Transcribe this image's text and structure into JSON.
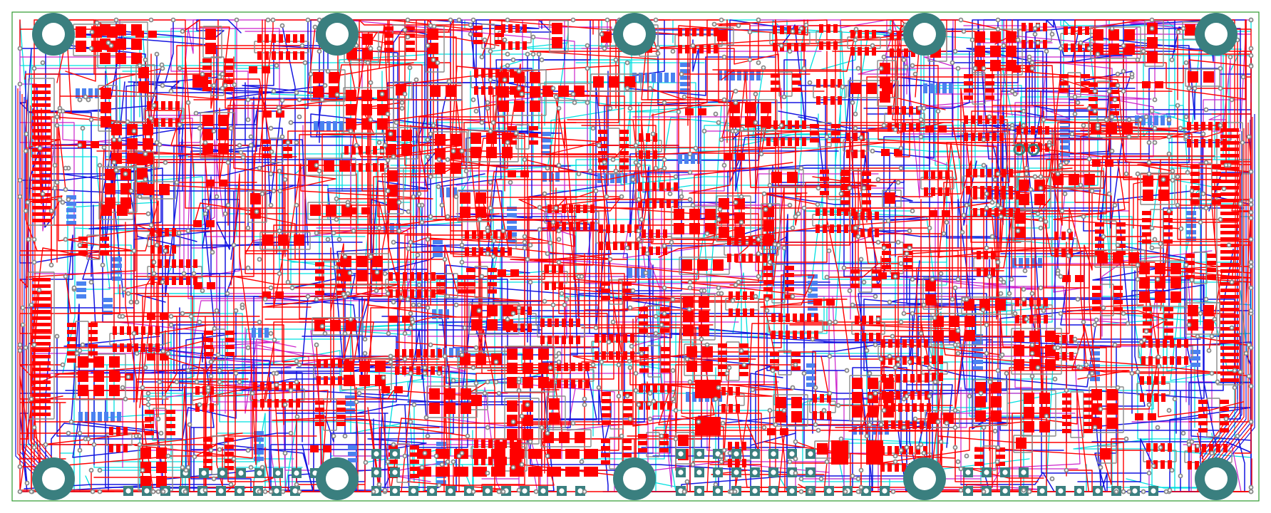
{
  "view": {
    "kind": "pcb-layout",
    "background": "#ffffff"
  },
  "palette": {
    "board_outline": "#2e9a2e",
    "top_copper": "#ff0000",
    "bottom_copper": "#1515e0",
    "inner_copper_1": "#00e0e0",
    "inner_copper_2": "#cc22cc",
    "bottom_pads": "#4a82f0",
    "silkscreen": "#8a8a8a",
    "mounting_hole": "#3a7f7f",
    "via_ring": "#888888",
    "via_hole": "#ffffff"
  },
  "board": {
    "mounting_holes": 10,
    "through_hole_header_rows": 4
  }
}
